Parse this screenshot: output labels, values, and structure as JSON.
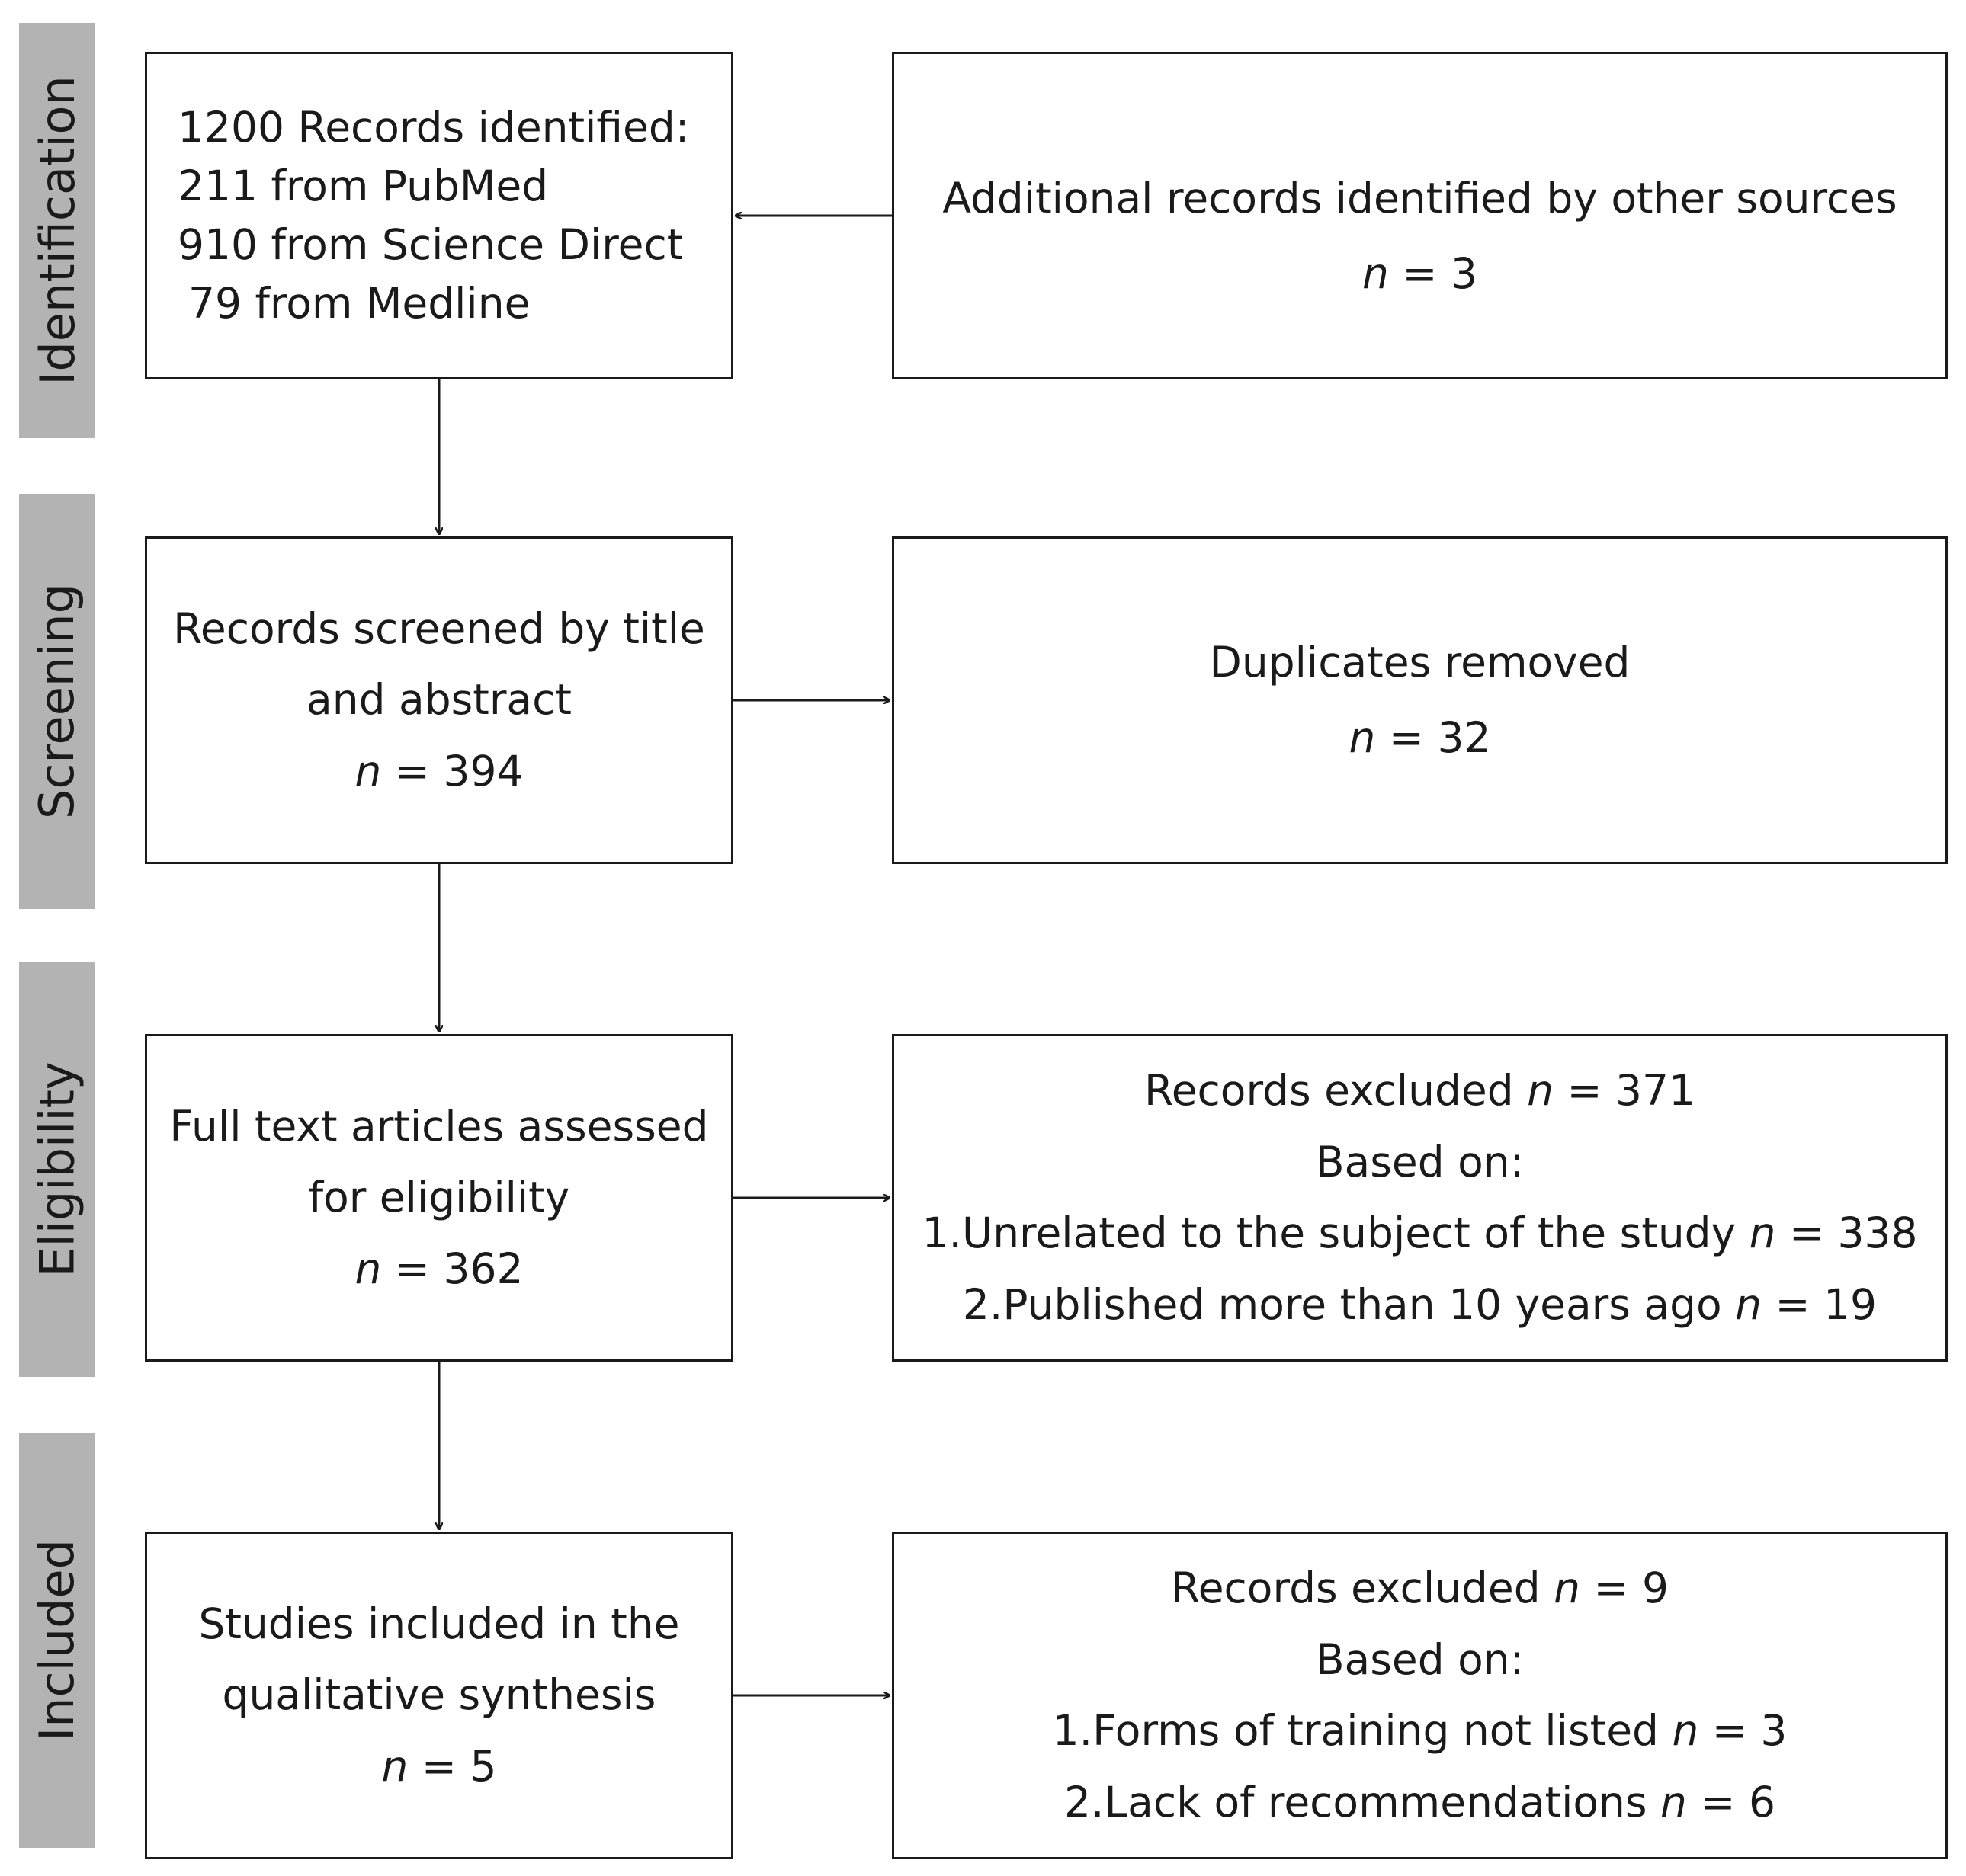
{
  "stages": [
    {
      "label": "Identification"
    },
    {
      "label": "Screening"
    },
    {
      "label": "Eligibility"
    },
    {
      "label": "Included"
    }
  ],
  "identification": {
    "records": {
      "line1": "1200 Records identified:",
      "line2": "211 from PubMed",
      "line3": "910 from Science Direct",
      "line4": "79 from Medline"
    },
    "additional": {
      "line1": "Additional records identified by other sources",
      "n_label": "n",
      "n_rest": " = 3"
    }
  },
  "screening": {
    "screened": {
      "line1": "Records screened by title",
      "line2": "and abstract",
      "n_label": "n",
      "n_rest": " = 394"
    },
    "duplicates": {
      "line1": "Duplicates removed",
      "n_label": "n",
      "n_rest": " = 32"
    }
  },
  "eligibility": {
    "assessed": {
      "line1": "Full text articles assessed",
      "line2": "for eligibility",
      "n_label": "n",
      "n_rest": " = 362"
    },
    "excluded": {
      "line1_text": "Records excluded ",
      "line1_n": "n",
      "line1_rest": " = 371",
      "line2": "Based on:",
      "line3_text": "1.Unrelated to the subject of the study ",
      "line3_n": "n",
      "line3_rest": " = 338",
      "line4_text": "2.Published more than 10 years ago ",
      "line4_n": "n",
      "line4_rest": " = 19"
    }
  },
  "included": {
    "studies": {
      "line1": "Studies included in the",
      "line2": "qualitative synthesis",
      "n_label": "n",
      "n_rest": " = 5"
    },
    "excluded": {
      "line1_text": "Records excluded ",
      "line1_n": "n",
      "line1_rest": " = 9",
      "line2": "Based on:",
      "line3_text": "1.Forms of training not listed ",
      "line3_n": "n",
      "line3_rest": " = 3",
      "line4_text": "2.Lack of recommendations ",
      "line4_n": "n",
      "line4_rest": " = 6"
    }
  },
  "colors": {
    "stage_fill": "#b3b3b3",
    "stroke": "#1a1a1a",
    "background": "#ffffff"
  }
}
